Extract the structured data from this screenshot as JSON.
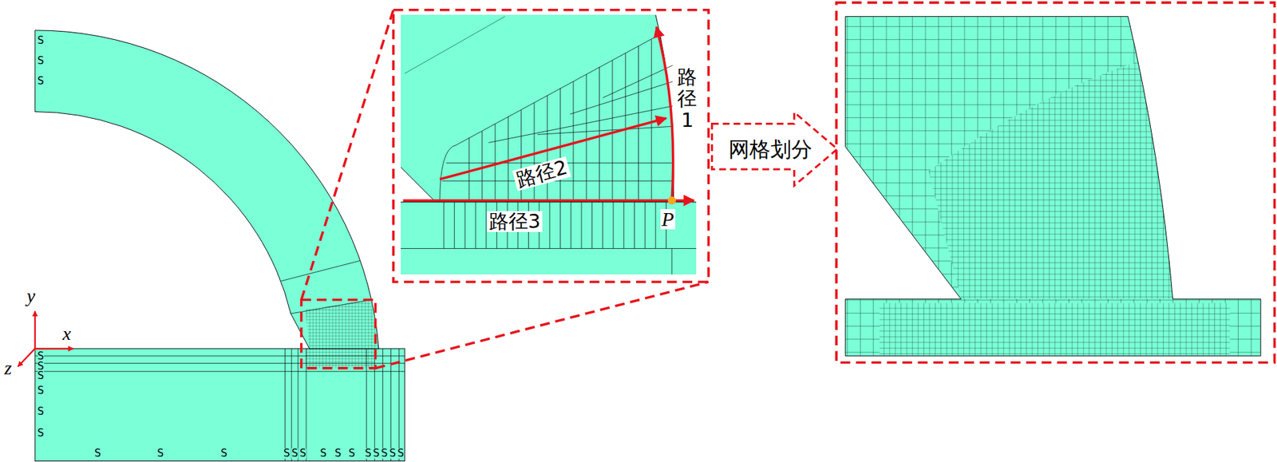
{
  "diagram": {
    "nodes": [
      {
        "text": [
          "网格划分"
        ]
      }
    ],
    "labels": [
      "S",
      "S",
      "S",
      "S",
      "S",
      "S",
      "y",
      "x",
      "z",
      "S",
      "S",
      "S",
      "S",
      "S",
      "S",
      "S",
      "S",
      "S",
      "S",
      "S",
      "S",
      "S",
      "S",
      "S",
      "S",
      "S",
      "路径1",
      "路径2",
      "路径3",
      "P"
    ]
  }
}
